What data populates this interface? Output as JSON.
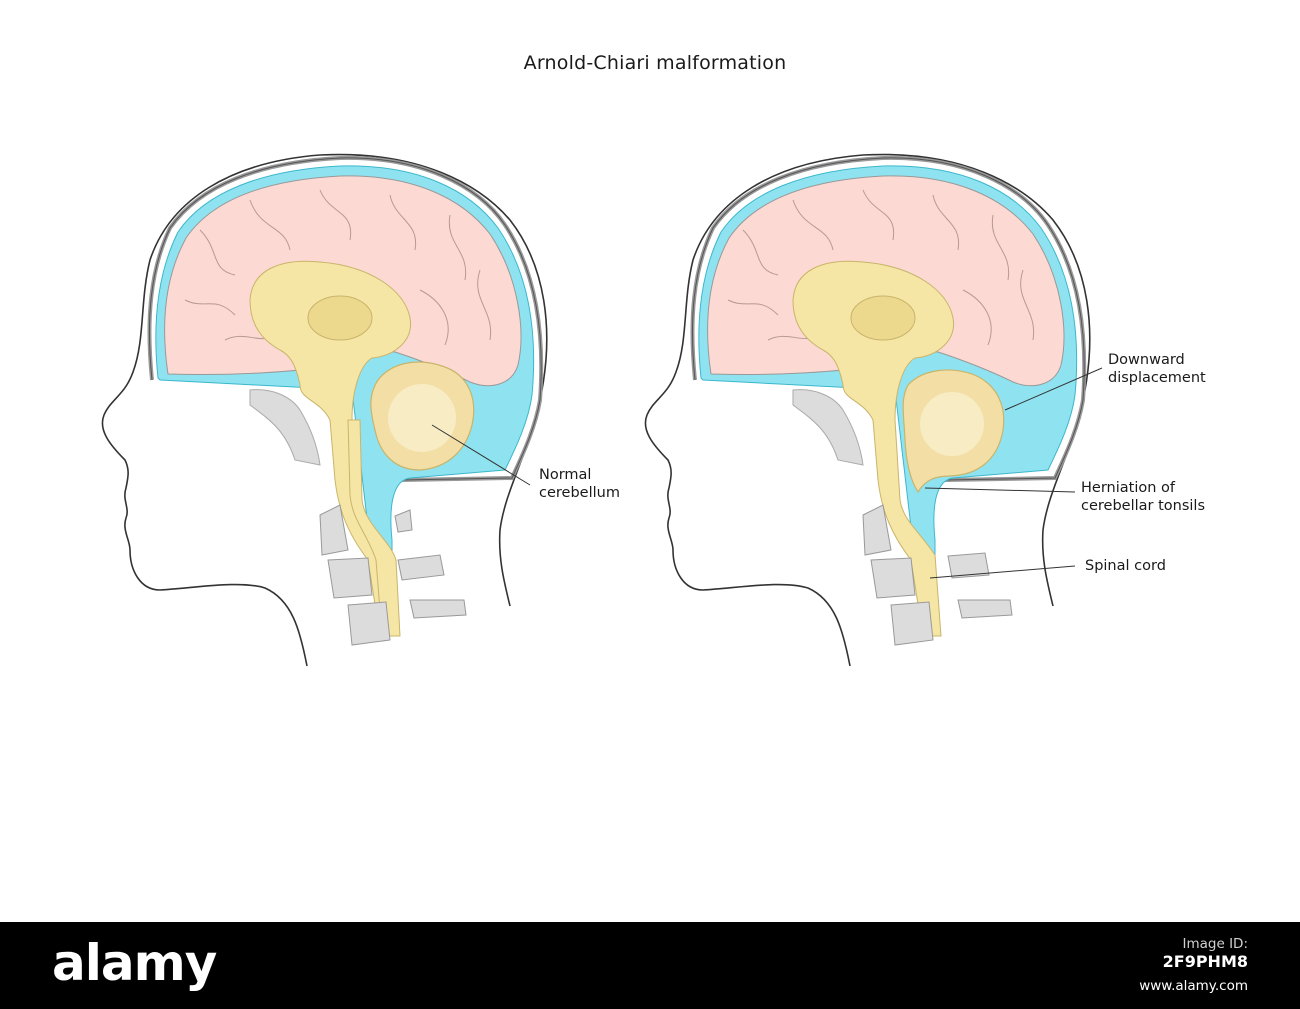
{
  "title": "Arnold-Chiari malformation",
  "labels": {
    "normal_cerebellum": [
      "Normal",
      "cerebellum"
    ],
    "downward_displacement": [
      "Downward",
      "displacement"
    ],
    "herniation": [
      "Herniation of",
      "cerebellar tonsils"
    ],
    "spinal_cord": "Spinal cord"
  },
  "footer": {
    "logo": "alamy",
    "image_id_label": "Image ID:",
    "image_id": "2F9PHM8",
    "site": "www.alamy.com"
  },
  "colors": {
    "brain": "#fcd9d2",
    "csf": "#8fe3f0",
    "brainstem": "#f5e6a6",
    "cerebellum": "#f3dfa6",
    "bone": "#dcdcdc",
    "outline": "#333333"
  }
}
